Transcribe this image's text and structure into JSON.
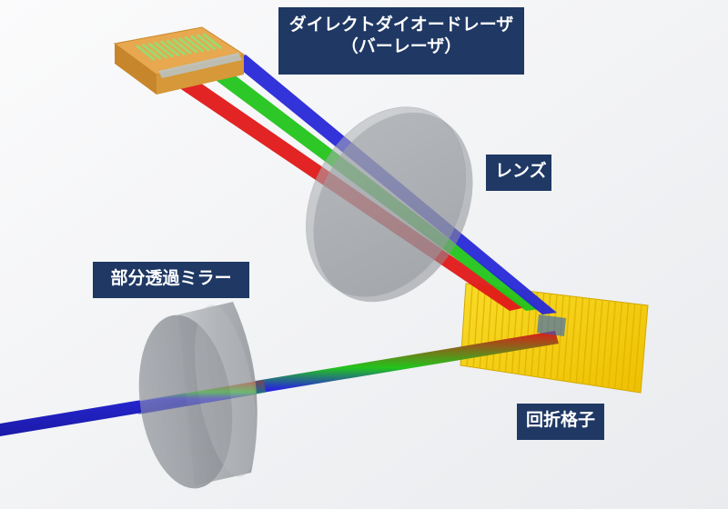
{
  "labels": {
    "laser_line1": "ダイレクトダイオードレーザ",
    "laser_line2": "（バーレーザ）",
    "lens": "レンズ",
    "mirror": "部分透過ミラー",
    "grating": "回折格子"
  },
  "colors": {
    "label_bg": "#1f3864",
    "beam_red": "#e01818",
    "beam_green": "#22c41c",
    "beam_blue": "#2828d8",
    "laser_body": "#e0a04a",
    "grating": "#f5d20a",
    "optic_gray": "#9a9ea4"
  }
}
